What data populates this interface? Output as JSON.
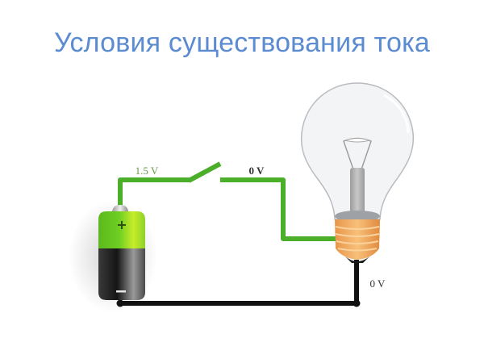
{
  "slide": {
    "title": "Условия существования тока"
  },
  "diagram": {
    "labels": {
      "battery_voltage": "1.5 V",
      "after_switch_voltage": "0 V",
      "return_voltage": "0 V",
      "battery_plus": "+",
      "battery_minus": "–"
    },
    "components": [
      "battery",
      "open-switch",
      "light-bulb",
      "wires"
    ],
    "colors": {
      "title": "#5b8bd0",
      "live_wire": "#4caf2a",
      "return_wire": "#111111",
      "battery_green": "#7ad128",
      "battery_black": "#2a2a2a",
      "bulb_base": "#f3a85a",
      "voltage_label_green": "#6a9a48",
      "voltage_label_dark": "#333333"
    },
    "switch_state": "open"
  }
}
